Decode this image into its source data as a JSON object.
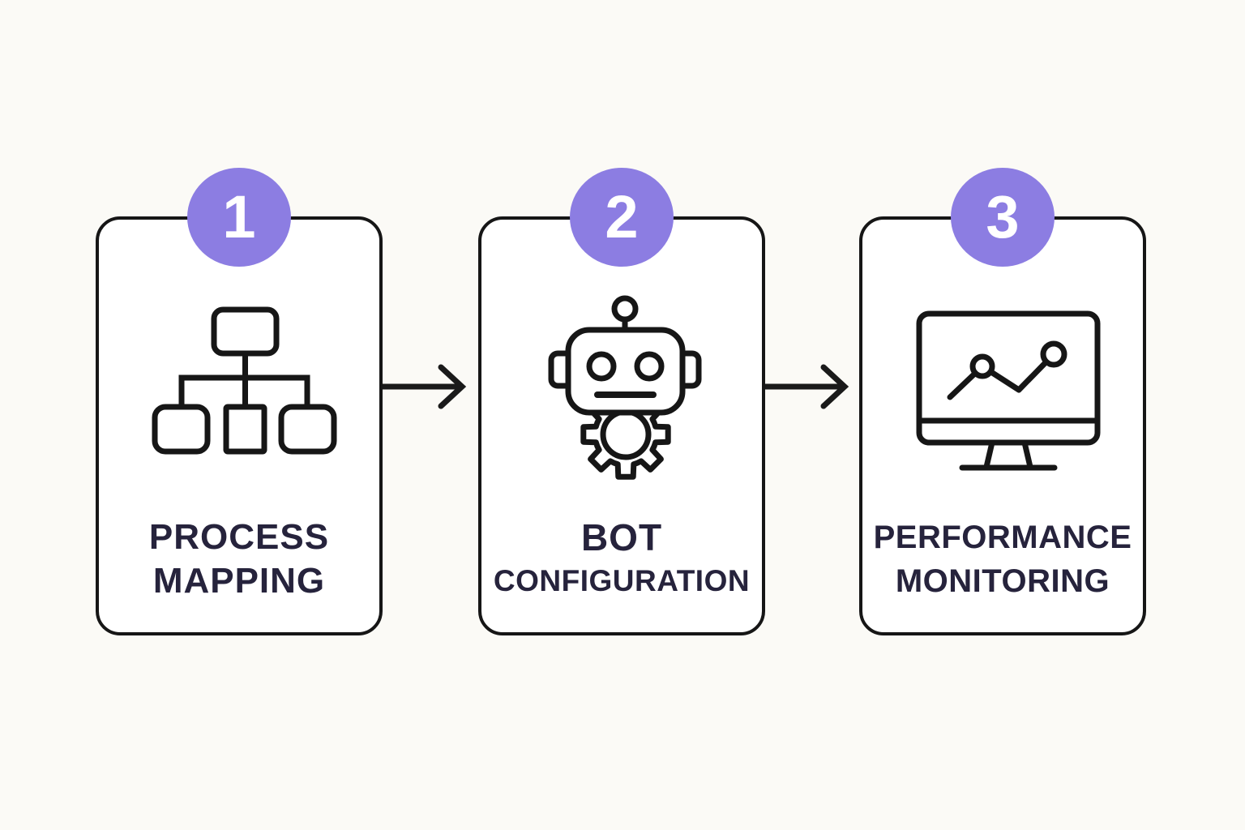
{
  "page": {
    "background_color": "#FBFAF6"
  },
  "palette": {
    "accent_purple": "#8C7DE2",
    "outline_black": "#161616",
    "label_navy": "#26233C",
    "card_white": "#FFFFFF",
    "badge_number_white": "#FFFFFF"
  },
  "steps": [
    {
      "number": "1",
      "title_line1": "PROCESS",
      "title_line2": "MAPPING",
      "icon": "org-chart-icon"
    },
    {
      "number": "2",
      "title_line1": "BOT",
      "title_line2": "CONFIGURATION",
      "icon": "robot-gear-icon"
    },
    {
      "number": "3",
      "title_line1": "PERFORMANCE",
      "title_line2": "MONITORING",
      "icon": "monitor-chart-icon"
    }
  ],
  "connectors": [
    {
      "type": "arrow-right"
    },
    {
      "type": "arrow-right"
    }
  ]
}
